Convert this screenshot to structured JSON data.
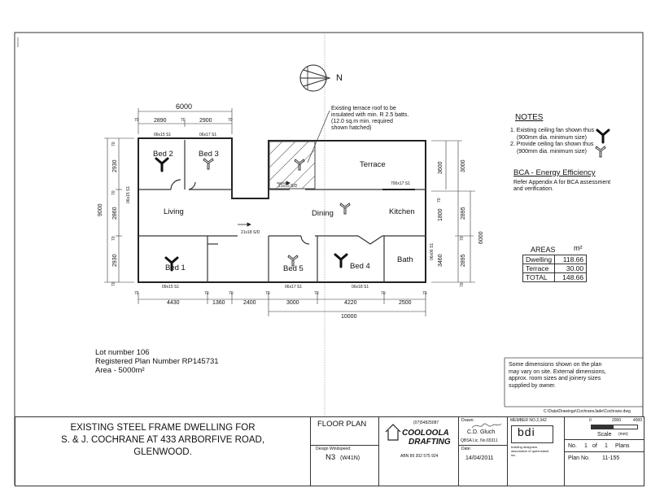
{
  "north_label": "N",
  "terrace_note": {
    "lines": [
      "Existing terrace roof to be",
      "insulated with min. R 2.5 batts.",
      "(12.0 sq.m min. required",
      "shown hatched)"
    ]
  },
  "notes": {
    "title": "NOTES",
    "items": [
      "1. Existing ceiling fan shown thus",
      "(900mm dia. minimum size)",
      "2. Provide ceiling fan shown thus",
      "(900mm dia. minimum size)"
    ]
  },
  "bca": {
    "title": "BCA - Energy Efficiency",
    "lines": [
      "Refer Appendix A for BCA assessment",
      "and verification."
    ]
  },
  "areas": {
    "header": "AREAS",
    "unit": "m²",
    "rows": [
      {
        "label": "Dwelling",
        "value": "118.66"
      },
      {
        "label": "Terrace",
        "value": "30.00"
      },
      {
        "label": "TOTAL",
        "value": "148.66"
      }
    ]
  },
  "rooms": {
    "bed2": "Bed 2",
    "bed3": "Bed 3",
    "terrace": "Terrace",
    "living": "Living",
    "dining": "Dining",
    "kitchen": "Kitchen",
    "bed1": "Bed 1",
    "bed5": "Bed 5",
    "bed4": "Bed 4",
    "bath": "Bath"
  },
  "openings": {
    "w1": "06x15 S1",
    "w2": "06x17 S1",
    "w3": "21x15 S/D",
    "w4": "700x17 S1",
    "w5": "21x18 S/D",
    "w6": "09x15 S1",
    "w7": "06x17 S1",
    "w8": "06x18 S1",
    "w9": "06x15 S1",
    "w10": "06x06 S1"
  },
  "dims": {
    "top_overall": "6000",
    "top_70a": "70",
    "top_2890": "2890",
    "top_70b": "70",
    "top_2900": "2900",
    "top_70c": "70",
    "left_9000": "9000",
    "left_2930a": "2930",
    "left_2860": "2860",
    "left_2930b": "2930",
    "left_70a": "70",
    "left_70b": "70",
    "left_70c": "70",
    "left_70d": "70",
    "right_3600": "3600",
    "right_3000": "3000",
    "right_70a": "70",
    "right_1800": "1800",
    "right_2895a": "2895",
    "right_6000": "6000",
    "right_3460": "3460",
    "right_2895b": "2895",
    "right_70b": "70",
    "right_70c": "70",
    "bot_70a": "70",
    "bot_4430": "4430",
    "bot_70b": "70",
    "bot_1360": "1360",
    "bot_70c": "70",
    "bot_2400": "2400",
    "bot_70d": "70",
    "bot_3000": "3000",
    "bot_70e": "70",
    "bot_4220": "4220",
    "bot_70f": "70",
    "bot_2500": "2500",
    "bot_70g": "70",
    "bot_10000": "10000"
  },
  "lot": {
    "line1": "Lot number 106",
    "line2": "Registered Plan Number RP145731",
    "line3": "Area - 5000m²"
  },
  "disclaimer": {
    "lines": [
      "Some dimensions shown on the plan",
      "may vary on site. External dimensions,",
      "approx. room sizes and joinery sizes",
      "supplied by owner."
    ]
  },
  "file_path": "C:\\Data\\Drawings\\CochraneJade\\Cochrane.dwg",
  "title_block": {
    "title_lines": [
      "EXISTING STEEL FRAME DWELLING FOR",
      "S. & J. COCHRANE AT 433 ARBORFIVE ROAD,",
      "GLENWOOD."
    ],
    "sheet_name": "FLOOR PLAN",
    "wind_label": "Design Windspeed:",
    "wind_value": "N3",
    "wind_sub": "(W41N)",
    "company_phone": "(07)54825087",
    "company_name1": "COOLOOLA",
    "company_name2": "DRAFTING",
    "abn": "ABN 89 302 575 924",
    "drawn_label": "Drawn:",
    "drawn_value": "C.D. Gluch",
    "lic": "QBSA Lic. No.65311",
    "date_label": "Date:",
    "date_value": "14/04/2011",
    "member": "MEMBER NO.2,342",
    "member_logo": "bdi",
    "member_sub": "building designers association of queensland inc.",
    "scale_ticks": [
      "0",
      "2000",
      "4000"
    ],
    "scale_label": "Scale",
    "scale_unit": "(mm)",
    "sheet_no_label": "No.",
    "sheet_no": "1",
    "sheet_of": "of",
    "sheet_total": "1",
    "sheet_plans": "Plans",
    "plan_no_label": "Plan No.",
    "plan_no": "11-155"
  }
}
